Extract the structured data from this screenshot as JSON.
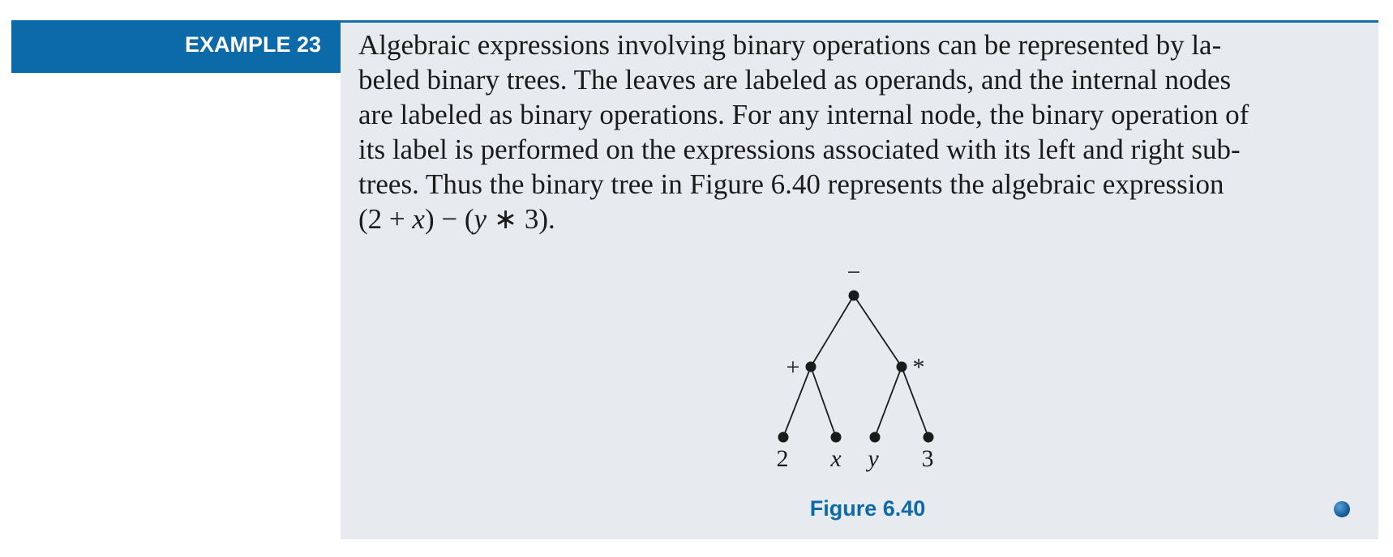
{
  "example": {
    "label": "EXAMPLE 23",
    "text": "Algebraic expressions involving binary operations can be represented by labeled binary trees. The leaves are labeled as operands, and the internal nodes are labeled as binary operations. For any internal node, the binary operation of its label is performed on the expressions associated with its left and right subtrees. Thus the binary tree in Figure 6.40 represents the algebraic expression (2 + x) − (y ∗ 3).",
    "text_parts": {
      "line1": "Algebraic expressions involving binary operations can be represented by la-",
      "line2": "beled binary trees. The leaves are labeled as operands, and the internal nodes",
      "line3": "are labeled as binary operations. For any internal node, the binary operation of",
      "line4": "its label is performed on the expressions associated with its left and right sub-",
      "line5": "trees. Thus the binary tree in Figure 6.40 represents the algebraic expression",
      "expr_open1": "(2 + ",
      "expr_x": "x",
      "expr_close1": ") − (",
      "expr_y": "y",
      "expr_close2": " ∗ 3)."
    }
  },
  "figure": {
    "caption": "Figure 6.40",
    "tree": {
      "root": "−",
      "left": {
        "op": "+",
        "leaves": [
          "2",
          "x"
        ]
      },
      "right": {
        "op": "*",
        "leaves": [
          "y",
          "3"
        ]
      }
    }
  },
  "colors": {
    "accent": "#0d6aa9",
    "panel": "#e7ebef",
    "text": "#1b1b1b"
  }
}
